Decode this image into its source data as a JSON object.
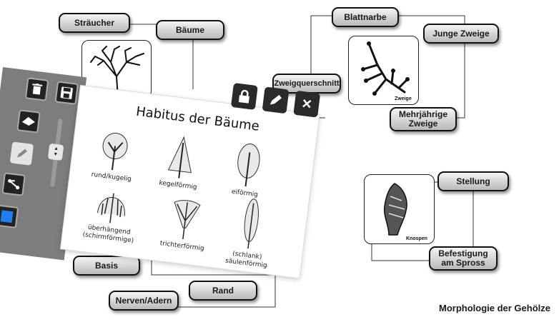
{
  "diagram": {
    "title": "Morphologie der Gehölze",
    "nodes": {
      "straeucher": "Sträucher",
      "baeume": "Bäume",
      "blattnarbe": "Blattnarbe",
      "junge_zweige": "Junge Zweige",
      "zweigquerschnitt": "Zweigquerschnitt",
      "mehrjaehrige_line1": "Mehrjährige",
      "mehrjaehrige_line2": "Zweige",
      "stellung": "Stellung",
      "befestigung_line1": "Befestigung",
      "befestigung_line2": "am Spross",
      "basis": "Basis",
      "nerven": "Nerven/Adern",
      "rand": "Rand"
    },
    "captions": {
      "zweige": "Zweige",
      "knospen": "Knospen"
    }
  },
  "toolbar": {
    "icons": [
      "trash-icon",
      "save-icon",
      "eraser-icon",
      "pencil-icon",
      "connector-icon",
      "color-swatch-icon"
    ],
    "color": "#1e7ff0"
  },
  "popup": {
    "title": "Habitus der Bäume",
    "trees": [
      {
        "label": "rund/kugelig"
      },
      {
        "label": "kegelförmig"
      },
      {
        "label": "eiförmig"
      },
      {
        "label_line1": "überhängend",
        "label_line2": "(schirmförmige)"
      },
      {
        "label": "trichterförmig"
      },
      {
        "label": "(schlank) säulenförmig"
      }
    ]
  }
}
